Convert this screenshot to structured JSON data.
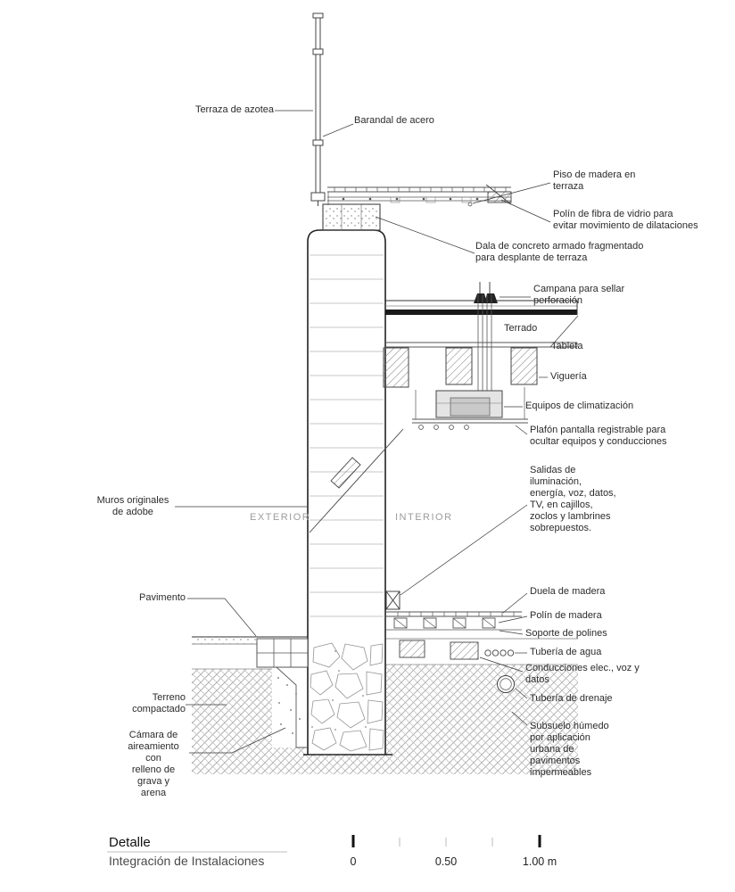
{
  "labels": {
    "terraza_azotea": "Terraza de azotea",
    "barandal": "Barandal de acero",
    "piso_madera": "Piso de madera en\nterraza",
    "polin_fibra": "Polín de fibra de vidrio para\nevitar movimiento de dilataciones",
    "dala": "Dala de concreto armado fragmentado\npara desplante de terraza",
    "campana": "Campana para sellar\nperforación",
    "terrado": "Terrado",
    "tableta": "Tableta",
    "vigueria": "Viguería",
    "equipos": "Equipos de climatización",
    "plafon": "Plafón pantalla registrable para\nocultar equipos y conducciones",
    "salidas": "Salidas de\niluminación,\nenergía, voz, datos,\nTV, en cajillos,\nzoclos y lambrines\nsobrepuestos.",
    "muros": "Muros originales\nde adobe",
    "pavimento": "Pavimento",
    "duela": "Duela de madera",
    "polin_madera": "Polín de madera",
    "soporte": "Soporte de polines",
    "tuberia_agua": "Tubería de agua",
    "conducciones": "Conducciones elec., voz y\ndatos",
    "tuberia_drenaje": "Tubería de drenaje",
    "terreno": "Terreno\ncompactado",
    "camara": "Cámara de\naireamiento con\nrelleno de grava y\narena",
    "subsuelo": "Subsuelo húmedo\npor aplicación\nurbana de\npavimentos\nimpermeables"
  },
  "zones": {
    "exterior": "EXTERIOR",
    "interior": "INTERIOR"
  },
  "title_block": {
    "title": "Detalle",
    "subtitle": "Integración de Instalaciones"
  },
  "scale_bar": {
    "start": "0",
    "middle": "0.50",
    "end": "1.00 m"
  }
}
